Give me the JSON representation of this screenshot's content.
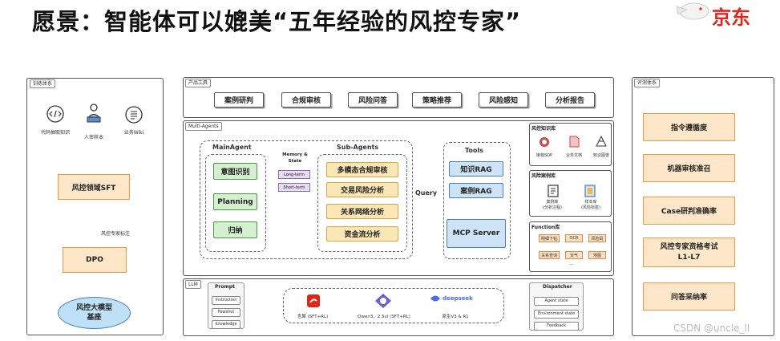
{
  "title": "愿景：智能体可以媲美“五年经验的风控专家”",
  "logo": {
    "text": "京东"
  },
  "training": {
    "tag": "训练体系",
    "sources": [
      {
        "label": "代码抽取知识",
        "icon": "code-icon"
      },
      {
        "label": "人审样本",
        "icon": "person-computer-icon"
      },
      {
        "label": "业务Wiki",
        "icon": "document-icon"
      }
    ],
    "sft": "风控领域SFT",
    "annotation": "风控专家标注",
    "dpo": "DPO",
    "base": "风控大模型\n基座"
  },
  "product": {
    "tag": "产品工具",
    "buttons": [
      "案例研判",
      "合规审核",
      "风险问答",
      "策略推荐",
      "风险感知",
      "分析报告"
    ]
  },
  "multi_agents": {
    "tag": "Multi-Agents",
    "main_agent": {
      "title": "MainAgent",
      "steps": [
        "意图识别",
        "Planning",
        "归纳"
      ]
    },
    "memory": {
      "title": "Memory &\nState",
      "items": [
        "Long-term",
        "Short-term"
      ]
    },
    "sub_agents": {
      "title": "Sub-Agents",
      "items": [
        "多模态合规审核",
        "交易风险分析",
        "关系网络分析",
        "资金流分析"
      ]
    },
    "query": "Query",
    "tools": {
      "title": "Tools",
      "items": [
        "知识RAG",
        "案例RAG",
        "MCP Server"
      ]
    }
  },
  "knowledge_base": {
    "tag": "风控知识库",
    "items": [
      {
        "label": "审核SOP",
        "icon": "sop-icon"
      },
      {
        "label": "业务文档",
        "icon": "doc-icon"
      },
      {
        "label": "知识图谱",
        "icon": "graph-icon"
      }
    ]
  },
  "case_base": {
    "tag": "风险案例库",
    "items": [
      {
        "label": "案例库\n(分析过程)",
        "icon": "case-book-icon"
      },
      {
        "label": "样本库\n(风险标签)",
        "icon": "sample-book-icon"
      }
    ]
  },
  "function_pool": {
    "tag": "Function库",
    "items": [
      "明细下钻",
      "OCR",
      "风险码",
      "关系查询",
      "天气",
      "地图",
      "..."
    ]
  },
  "llm": {
    "tag": "LLM",
    "prompt": {
      "title": "Prompt",
      "items": [
        "Instruction",
        "Fewshot",
        "knowledge"
      ]
    },
    "models": [
      {
        "label": "言犀 (SFT+RL)",
        "icon": "yanxi-logo"
      },
      {
        "label": "Qwen3、2.5vl (SFT+RL)",
        "icon": "qwen-logo"
      },
      {
        "label": "原生V3 & R1",
        "icon": "deepseek-logo",
        "brand": "deepseek"
      }
    ],
    "dispatcher": {
      "title": "Dispatcher",
      "items": [
        "Agent state",
        "Environment state",
        "Feedback"
      ]
    }
  },
  "evaluation": {
    "tag": "评测体系",
    "items": [
      "指令遵循度",
      "机器审核准召",
      "Case研判准确率",
      "风控专家资格考试\nL1-L7",
      "问答采纳率"
    ]
  },
  "watermark": "CSDN @uncle_ll",
  "colors": {
    "orange": "#e89a4a",
    "orange_fill": "#fde7c8",
    "green_fill": "#d5f0d0",
    "yellow_fill": "#fbe6b5",
    "blue_fill": "#cfe3f7",
    "jd_red": "#e1251b",
    "sky": "#bfe1f7"
  }
}
